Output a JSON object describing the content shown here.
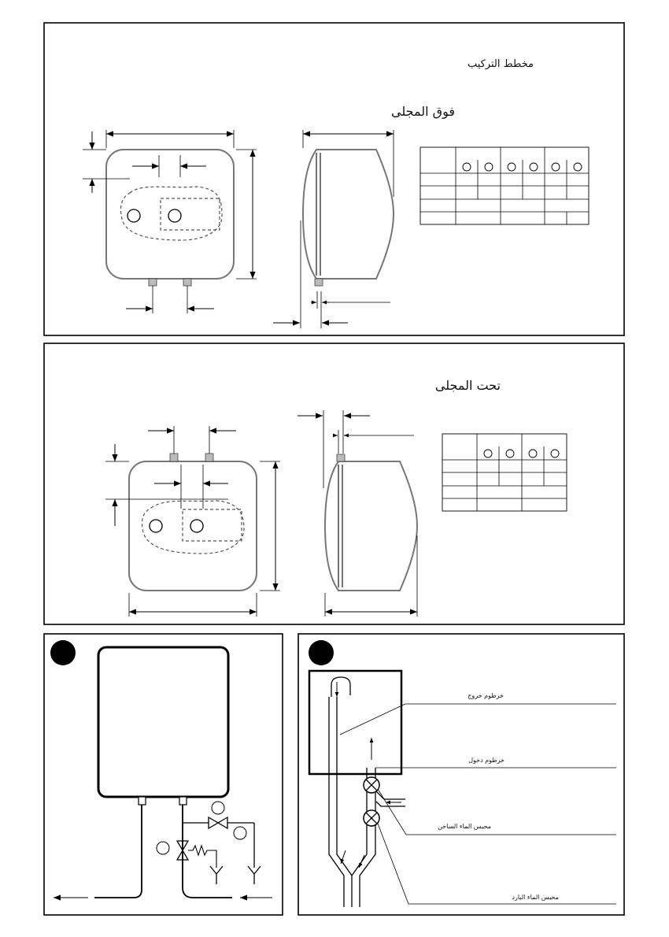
{
  "top_panel": {
    "heading": "مخطط التركيب",
    "subheading": "فوق المجلى"
  },
  "middle_panel": {
    "subheading": "تحت المجلى"
  },
  "bottom_right_panel": {
    "labels": {
      "outlet_hose": "خرطوم خروج",
      "inlet_hose": "خرطوم دخول",
      "hot_valve": "محبس الماء الساخن",
      "cold_valve": "محبس الماء البارد"
    }
  },
  "colors": {
    "line": "#000000",
    "tank_outline": "#777777",
    "dashed": "#555555"
  }
}
